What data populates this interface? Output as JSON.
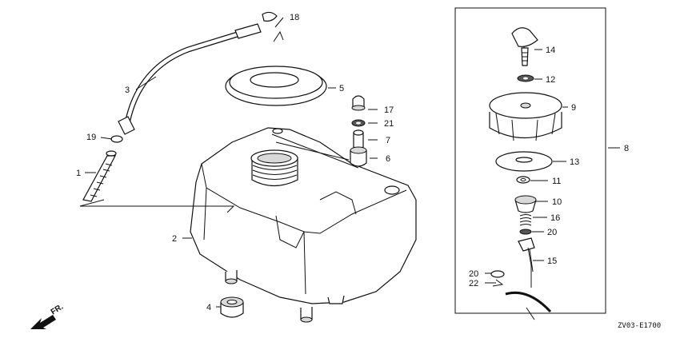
{
  "diagram": {
    "callouts": {
      "c1": "1",
      "c2": "2",
      "c3": "3",
      "c4": "4",
      "c5": "5",
      "c6": "6",
      "c7": "7",
      "c8": "8",
      "c9": "9",
      "c10": "10",
      "c11": "11",
      "c12": "12",
      "c13": "13",
      "c14": "14",
      "c15": "15",
      "c16": "16",
      "c17": "17",
      "c18": "18",
      "c19": "19",
      "c20a": "20",
      "c20b": "20",
      "c21": "21",
      "c22": "22"
    },
    "front_label": "FR.",
    "drawing_code": "ZV03-E1700"
  }
}
